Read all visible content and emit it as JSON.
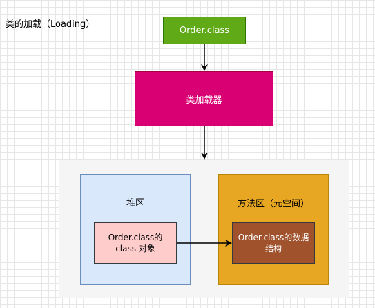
{
  "diagram": {
    "title": "类的加载（Loading）",
    "nodes": {
      "order_class": "Order.class",
      "class_loader": "类加载器",
      "heap": "堆区",
      "heap_object_line1": "Order.class的",
      "heap_object_line2": "class 对象",
      "method_area": "方法区（元空间）",
      "method_struct_line1": "Order.class的数据",
      "method_struct_line2": "结构"
    },
    "edges": [
      {
        "from": "order_class",
        "to": "class_loader"
      },
      {
        "from": "class_loader",
        "to": "jvm_memory"
      },
      {
        "from": "heap_object",
        "to": "method_struct"
      }
    ],
    "colors": {
      "order_class": "#60a917",
      "class_loader": "#d80073",
      "heap": "#dae8fc",
      "heap_object": "#ffcccc",
      "method_area": "#e8a722",
      "method_struct": "#a0522d"
    }
  }
}
